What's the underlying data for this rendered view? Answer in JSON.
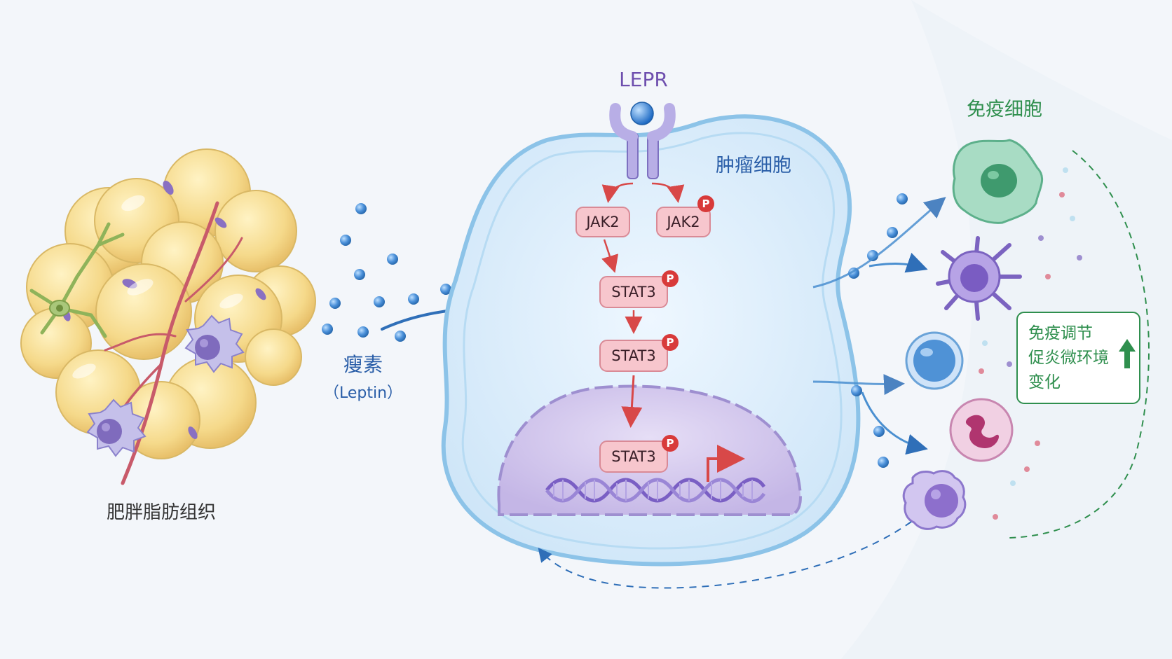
{
  "labels": {
    "adipose": "肥胖脂肪组织",
    "leptin": "瘦素",
    "leptin_en": "（Leptin）",
    "receptor": "LEPR",
    "tumor_cell": "肿瘤细胞",
    "immune_cells": "免疫细胞",
    "jak2_left": "JAK2",
    "jak2_right": "JAK2",
    "stat3_1": "STAT3",
    "stat3_2": "STAT3",
    "stat3_3": "STAT3",
    "phospho": "P"
  },
  "immune_box": {
    "line1": "免疫调节",
    "line2": "促炎微环境",
    "line3": "变化",
    "arrow": "up-arrow-icon"
  },
  "colors": {
    "adipocyte": "#f5d98a",
    "leptin_dot": "#4a90d9",
    "tumor_membrane": "#8cc3e8",
    "nucleus": "#c9bde6",
    "pill": "#f7c6cd",
    "phospho": "#d83a3a",
    "receptor": "#9b8fd0",
    "pathway_arrow": "#d84848",
    "flow_arrow": "#2f6fb8",
    "immune_text": "#2f8f4e",
    "tumor_text": "#2a5ea8"
  }
}
